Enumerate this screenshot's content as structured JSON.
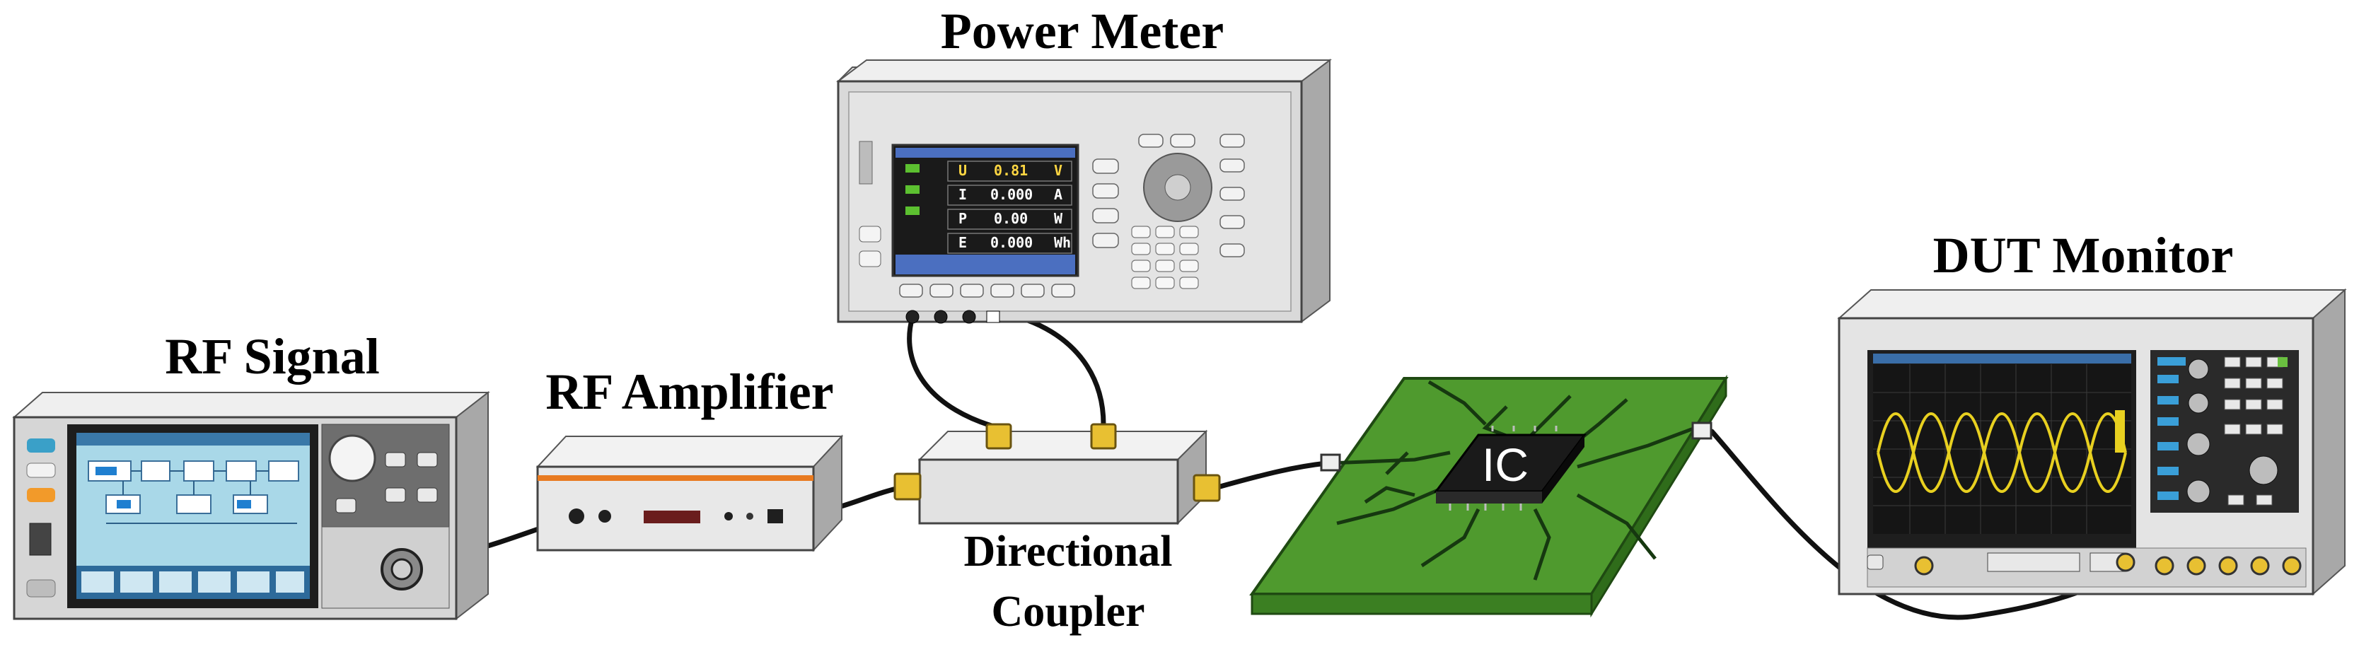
{
  "labels": {
    "power_meter": "Power Meter",
    "rf_signal": "RF Signal",
    "rf_amplifier": "RF Amplifier",
    "directional_coupler_line1": "Directional",
    "directional_coupler_line2": "Coupler",
    "dut_monitor": "DUT Monitor",
    "ic": "IC"
  },
  "power_meter_display": {
    "rows": [
      {
        "symbol": "U",
        "value": "0.81",
        "unit": "V"
      },
      {
        "symbol": "I",
        "value": "0.000",
        "unit": "A"
      },
      {
        "symbol": "P",
        "value": "0.00",
        "unit": "W"
      },
      {
        "symbol": "E",
        "value": "0.000",
        "unit": "Wh"
      }
    ]
  },
  "colors": {
    "pcb_green": "#4f9a2e",
    "pcb_dark": "#1f4a12",
    "connector_gold": "#e8c032",
    "instrument_gray": "#d8d8d8",
    "screen_dark": "#1a1a1a",
    "signal_screen": "#a9d8e8",
    "amplifier_orange": "#e87a20",
    "scope_trace": "#e8d020"
  }
}
